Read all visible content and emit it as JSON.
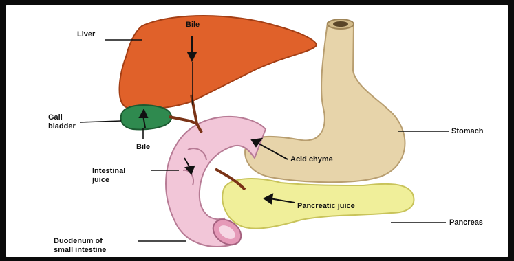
{
  "labels": {
    "liver": "Liver",
    "bile_top": "Bile",
    "gall_bladder_line1": "Gall",
    "gall_bladder_line2": "bladder",
    "bile_bottom": "Bile",
    "intestinal_juice_line1": "Intestinal",
    "intestinal_juice_line2": "juice",
    "duodenum_line1": "Duodenum of",
    "duodenum_line2": "small intestine",
    "acid_chyme": "Acid chyme",
    "pancreatic_juice": "Pancreatic juice",
    "stomach": "Stomach",
    "pancreas": "Pancreas"
  },
  "colors": {
    "liver": "#e0612a",
    "gall_bladder": "#2f8a4f",
    "stomach": "#e7d4aa",
    "pancreas": "#f0ef9a",
    "duodenum": "#f2c6d8",
    "ducts": "#7a3316"
  }
}
